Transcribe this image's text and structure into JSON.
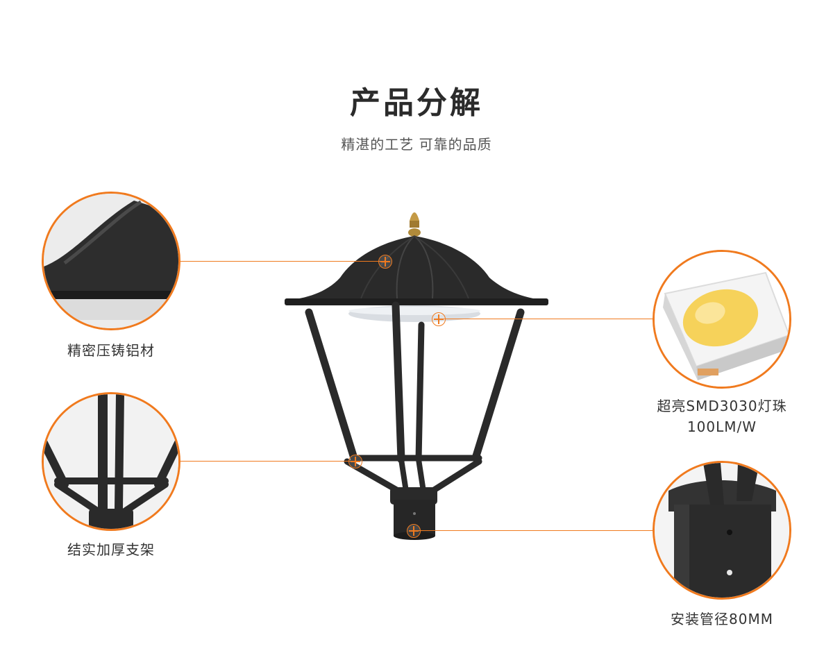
{
  "header": {
    "title": "产品分解",
    "subtitle": "精湛的工艺 可靠的品质"
  },
  "callouts": {
    "shade": {
      "label": "精密压铸铝材"
    },
    "bracket": {
      "label": "结实加厚支架"
    },
    "led": {
      "label_line1": "超亮SMD3030灯珠",
      "label_line2": "100LM/W"
    },
    "pipe": {
      "label": "安装管径80MM"
    }
  },
  "colors": {
    "accent": "#f07a1e",
    "lamp_body": "#2a2a2a",
    "finial": "#b08a3a",
    "led_chip": "#f6d25a"
  }
}
